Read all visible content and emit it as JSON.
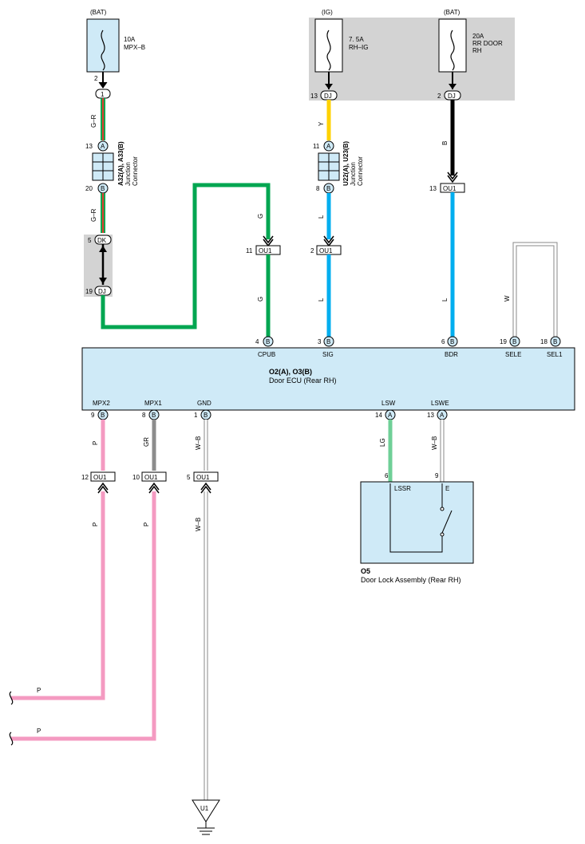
{
  "power_sources": {
    "bat1": "(BAT)",
    "ig": "(IG)",
    "bat2": "(BAT)"
  },
  "fuses": {
    "f1": {
      "amp": "10A",
      "name": "MPX–B"
    },
    "f2": {
      "amp": "7. 5A",
      "name": "RH–IG"
    },
    "f3": {
      "amp": "20A",
      "name": "RR DOOR",
      "name2": "RH"
    }
  },
  "connectors": {
    "c1": "1",
    "dj": "DJ",
    "dk": "DK",
    "ou1": "OU1",
    "a": "A",
    "b": "B",
    "e": "E",
    "u1": "U1"
  },
  "pins": {
    "p2": "2",
    "p13": "13",
    "p20": "20",
    "p5": "5",
    "p19": "19",
    "dj13": "13",
    "dj2": "2",
    "a11": "11",
    "b8": "8",
    "ou1_2": "2",
    "ou1_13": "13",
    "ou1_11": "11",
    "ecu4": "4",
    "ecu3": "3",
    "ecu6": "6",
    "ecu19": "19",
    "ecu18": "18",
    "ecu9": "9",
    "ecu8": "8",
    "ecu1": "1",
    "ecu14": "14",
    "ecu13": "13",
    "ou12": "12",
    "ou10": "10",
    "ou5": "5",
    "lk6": "6",
    "lk9": "9"
  },
  "junctions": {
    "j1_name": "A32(A), A33(B)",
    "j1_sub1": "Junction",
    "j1_sub2": "Connector",
    "j2_name": "U22(A), U23(B)",
    "j2_sub1": "Junction",
    "j2_sub2": "Connector"
  },
  "wires": {
    "gr": "G–R",
    "y": "Y",
    "b": "B",
    "g": "G",
    "l": "L",
    "w": "W",
    "p": "P",
    "gr2": "GR",
    "wb": "W–B",
    "lg": "LG"
  },
  "ecu": {
    "code": "O2(A), O3(B)",
    "name": "Door ECU (Rear RH)",
    "pins_top": [
      "CPUB",
      "SIG",
      "BDR",
      "SELE",
      "SEL1"
    ],
    "pins_bottom": [
      "MPX2",
      "MPX1",
      "GND",
      "LSW",
      "LSWE"
    ]
  },
  "door_lock": {
    "code": "O5",
    "name": "Door Lock Assembly (Rear RH)",
    "pin_lssr": "LSSR",
    "pin_e": "E"
  },
  "colors": {
    "green": "#00a651",
    "blue": "#00aeef",
    "yellow": "#ffd200",
    "pink": "#f49ac1",
    "gray": "#8c8c8c",
    "lightgreen": "#6fcf97",
    "panel": "#cfeaf7",
    "shade": "#d3d3d3"
  }
}
